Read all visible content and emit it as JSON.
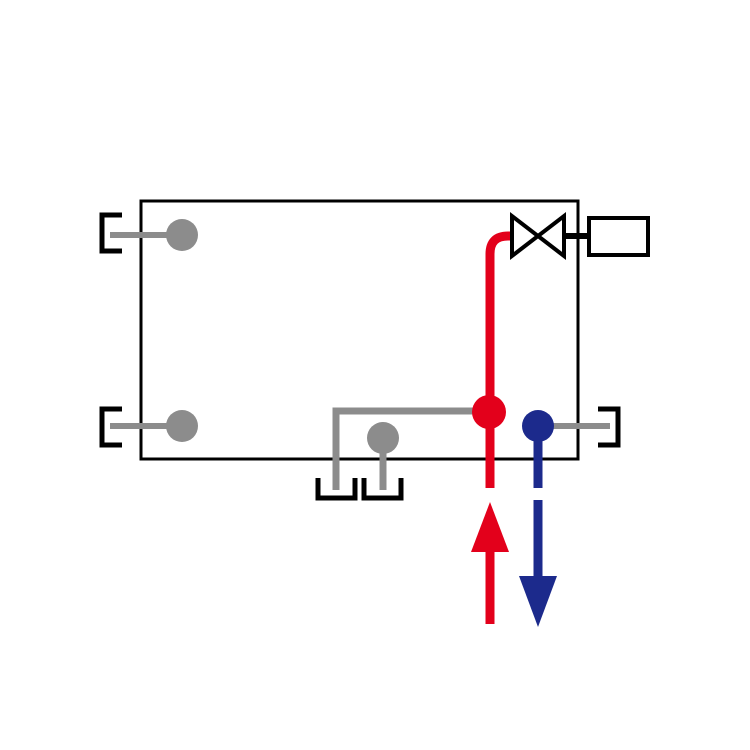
{
  "diagram": {
    "description_free": true,
    "colors": {
      "background": "#ffffff",
      "outline": "#000000",
      "connector": "#8c8c8c",
      "supply": "#e3001b",
      "return": "#1c2a8c"
    },
    "elements": {
      "radiator_body": "radiator-panel",
      "supply_line": "supply-pipe",
      "return_line": "return-pipe",
      "valve": "thermostatic-valve",
      "valve_head": "valve-actuator-box"
    }
  }
}
